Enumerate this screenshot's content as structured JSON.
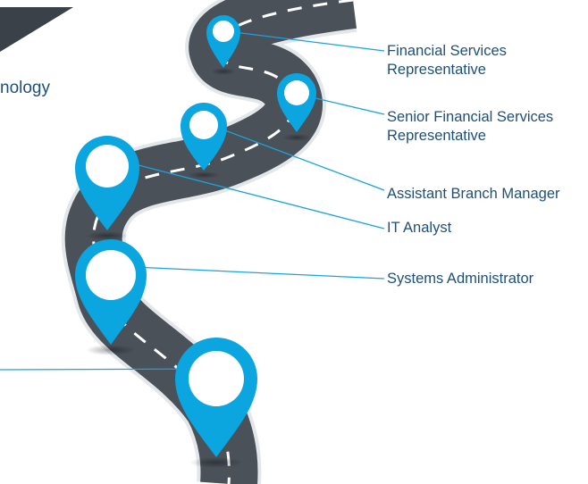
{
  "corner_tab": {
    "partial_text": "nology",
    "color": "#3a4148"
  },
  "colors": {
    "accent": "#0ba5e0",
    "road": "#4a5158",
    "road_edge": "#eef1f3",
    "leader_line": "#1aa3dc",
    "label_text": "#1f4f7a"
  },
  "milestones": [
    {
      "label": "Financial Services\nRepresentative"
    },
    {
      "label": "Senior Financial Services\nRepresentative"
    },
    {
      "label": "Assistant Branch Manager"
    },
    {
      "label": "IT Analyst"
    },
    {
      "label": "Systems Administrator"
    },
    {
      "label": ""
    }
  ]
}
